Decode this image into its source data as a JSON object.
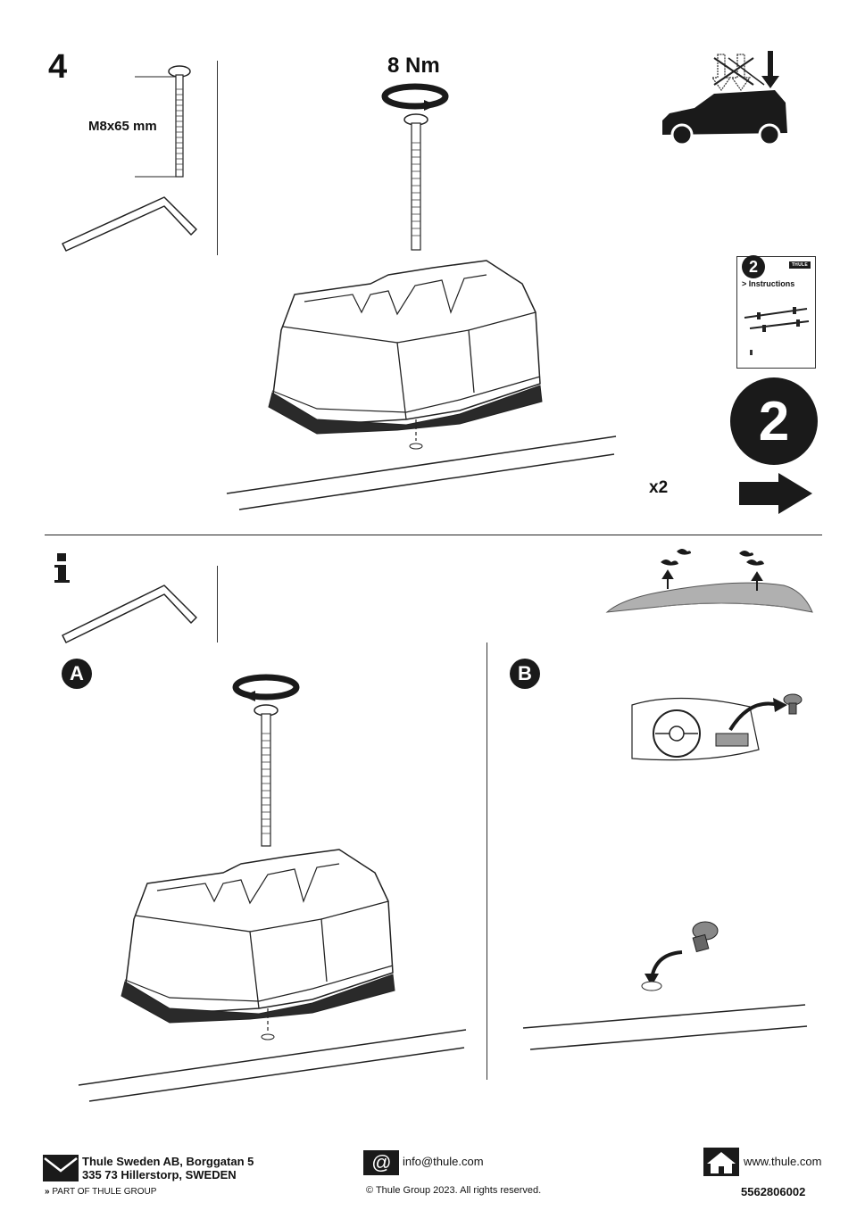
{
  "step": {
    "number": "4",
    "torque": "8 Nm",
    "screw_size": "M8x65 mm",
    "quantity": "x2",
    "next_step": "2"
  },
  "booklet": {
    "number": "2",
    "brand": "THULE",
    "label": "> Instructions"
  },
  "info": {
    "option_a": "A",
    "option_b": "B"
  },
  "footer": {
    "address_line1": "Thule Sweden AB, Borggatan 5",
    "address_line2": "335 73 Hillerstorp, SWEDEN",
    "group": "PART OF THULE GROUP",
    "email": "info@thule.com",
    "copyright": "© Thule Group 2023. All rights reserved.",
    "website": "www.thule.com",
    "doc_number": "5562806002"
  },
  "icons": [
    "hex-key-icon",
    "screw-icon",
    "rotate-arrow-icon",
    "car-icon",
    "info-icon",
    "arrow-right-icon",
    "mail-icon",
    "at-icon",
    "home-icon"
  ]
}
